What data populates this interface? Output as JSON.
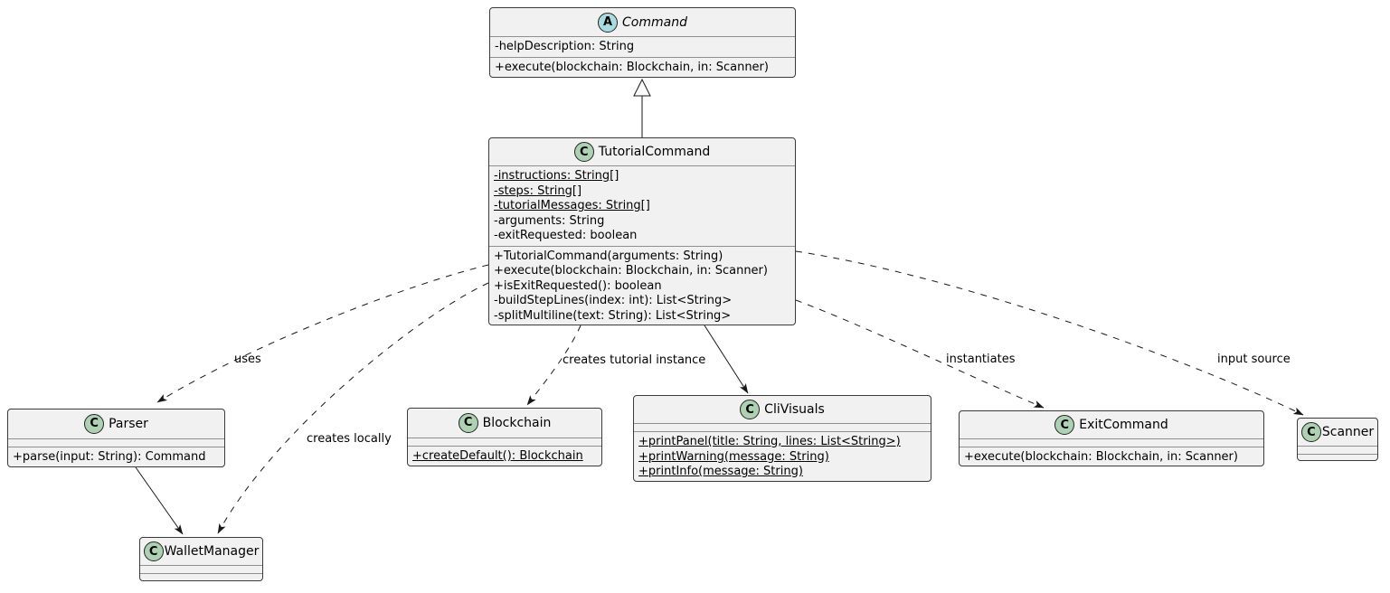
{
  "diagram_type": "uml-class-diagram",
  "classes": {
    "command": {
      "stereotype": "A",
      "kind": "abstract",
      "name": "Command",
      "attributes": [
        "-helpDescription: String"
      ],
      "methods": [
        "+execute(blockchain: Blockchain, in: Scanner)"
      ]
    },
    "tutorialCommand": {
      "stereotype": "C",
      "kind": "class",
      "name": "TutorialCommand",
      "attributes": [
        "-instructions: String[]",
        "-steps: String[]",
        "-tutorialMessages: String[]",
        "-arguments: String",
        "-exitRequested: boolean"
      ],
      "methods": [
        "+TutorialCommand(arguments: String)",
        "+execute(blockchain: Blockchain, in: Scanner)",
        "+isExitRequested(): boolean",
        "-buildStepLines(index: int): List<String>",
        "-splitMultiline(text: String): List<String>"
      ]
    },
    "parser": {
      "stereotype": "C",
      "kind": "class",
      "name": "Parser",
      "methods": [
        "+parse(input: String): Command"
      ]
    },
    "walletManager": {
      "stereotype": "C",
      "kind": "class",
      "name": "WalletManager"
    },
    "blockchain": {
      "stereotype": "C",
      "kind": "class",
      "name": "Blockchain",
      "methods": [
        "+createDefault(): Blockchain"
      ]
    },
    "cliVisuals": {
      "stereotype": "C",
      "kind": "class",
      "name": "CliVisuals",
      "methods": [
        "+printPanel(title: String, lines: List<String>)",
        "+printWarning(message: String)",
        "+printInfo(message: String)"
      ]
    },
    "exitCommand": {
      "stereotype": "C",
      "kind": "class",
      "name": "ExitCommand",
      "methods": [
        "+execute(blockchain: Blockchain, in: Scanner)"
      ]
    },
    "scanner": {
      "stereotype": "C",
      "kind": "class",
      "name": "Scanner"
    }
  },
  "edge_labels": {
    "uses": "uses",
    "creates_locally": "creates locally",
    "creates_tutorial_instance": "creates tutorial instance",
    "instantiates": "instantiates",
    "input_source": "input source"
  },
  "relationships": [
    {
      "from": "TutorialCommand",
      "to": "Command",
      "type": "extends"
    },
    {
      "from": "TutorialCommand",
      "to": "Parser",
      "type": "dependency",
      "label": "uses"
    },
    {
      "from": "TutorialCommand",
      "to": "WalletManager",
      "type": "dependency",
      "label": "creates locally"
    },
    {
      "from": "TutorialCommand",
      "to": "Blockchain",
      "type": "dependency",
      "label": "creates tutorial instance"
    },
    {
      "from": "TutorialCommand",
      "to": "CliVisuals",
      "type": "association"
    },
    {
      "from": "TutorialCommand",
      "to": "ExitCommand",
      "type": "dependency",
      "label": "instantiates"
    },
    {
      "from": "TutorialCommand",
      "to": "Scanner",
      "type": "dependency",
      "label": "input source"
    },
    {
      "from": "Parser",
      "to": "WalletManager",
      "type": "association"
    }
  ],
  "colors": {
    "abstract_icon": "#A9DCDF",
    "class_icon": "#ADD1B2",
    "box_fill": "#F1F1F1",
    "border": "#181818",
    "background": "#FFFFFF"
  }
}
